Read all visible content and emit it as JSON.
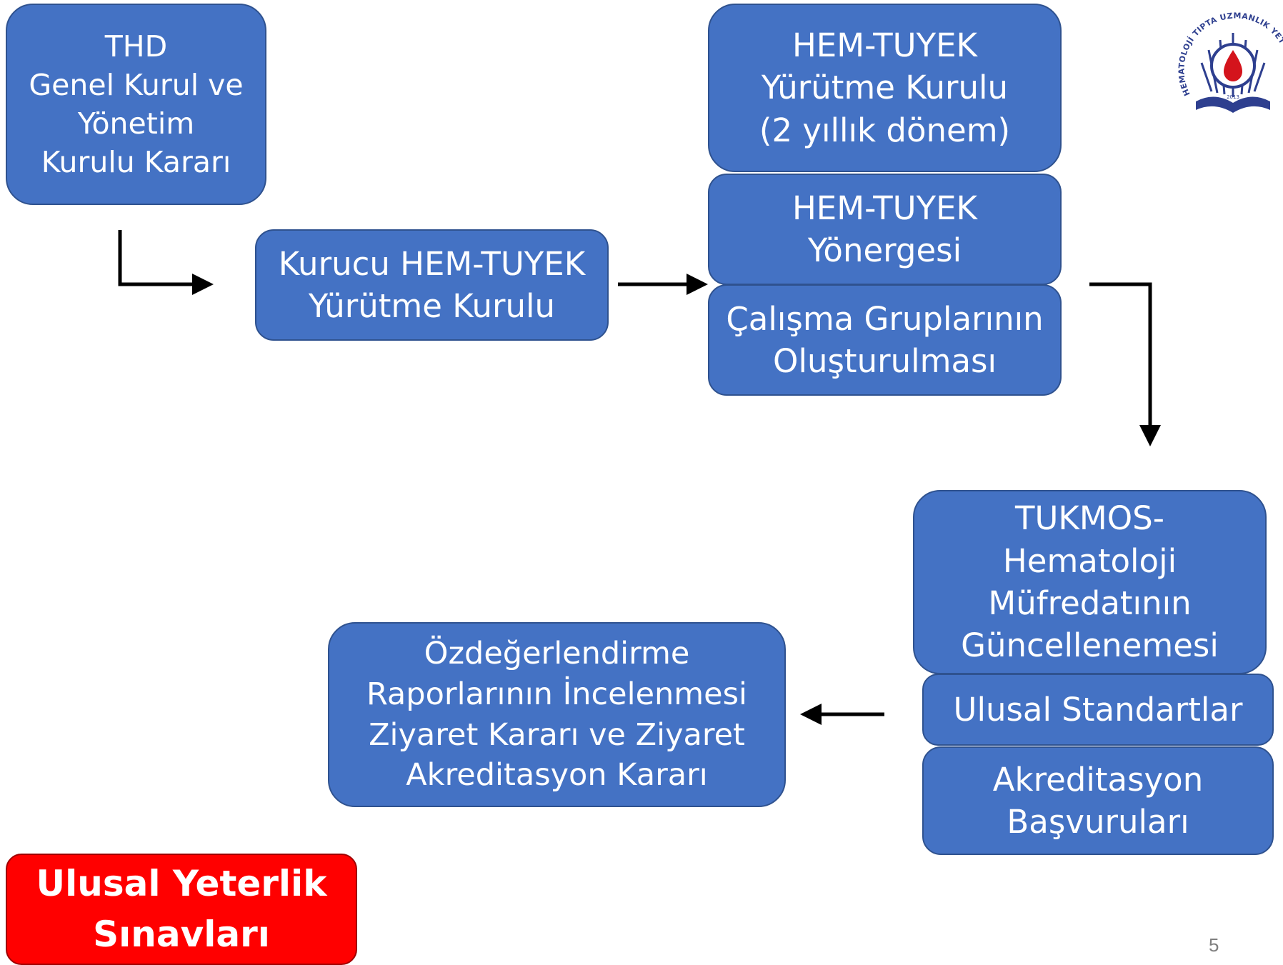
{
  "boxes": {
    "thd_karar": [
      "THD",
      "Genel Kurul ve",
      "Yönetim",
      "Kurulu Kararı"
    ],
    "kurucu": [
      "Kurucu HEM-TUYEK",
      "Yürütme Kurulu"
    ],
    "yurutme": [
      "HEM-TUYEK",
      "Yürütme Kurulu",
      "(2 yıllık dönem)"
    ],
    "yonerge": [
      "HEM-TUYEK",
      "Yönergesi"
    ],
    "calisma": [
      "Çalışma Gruplarının",
      "Oluşturulması"
    ],
    "tukmos": [
      "TUKMOS-",
      "Hematoloji",
      "Müfredatının",
      "Güncellenemesi"
    ],
    "standartlar": [
      "Ulusal Standartlar"
    ],
    "akreditasyon": [
      "Akreditasyon",
      "Başvuruları"
    ],
    "ozdeger": [
      "Özdeğerlendirme",
      "Raporlarının İncelenmesi",
      "Ziyaret Kararı ve Ziyaret",
      "Akreditasyon Kararı"
    ],
    "sinav": [
      "Ulusal Yeterlik",
      "Sınavları"
    ]
  },
  "logo": {
    "arc_text": "HEMATOLOJİ TIPTA UZMANLIK YETERLİK",
    "year": "2013"
  },
  "page_number": "5",
  "colors": {
    "box_fill": "#4472c4",
    "box_border": "#2f528f",
    "highlight_fill": "#ff0000",
    "arrow": "#000000",
    "logo_blue": "#2e3f8f",
    "logo_red": "#d4141c"
  }
}
